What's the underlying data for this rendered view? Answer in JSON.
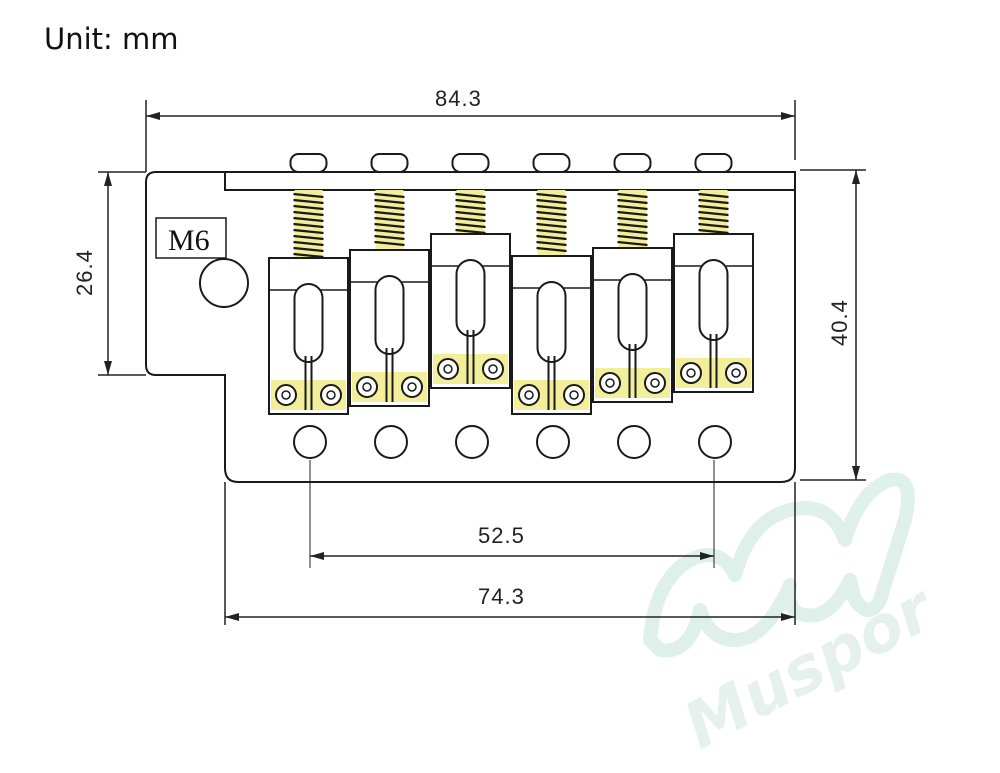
{
  "header": {
    "unit_label": "Unit: mm"
  },
  "dimensions": {
    "overall_width": "84.3",
    "left_height": "26.4",
    "right_height": "40.4",
    "hole_span": "52.5",
    "base_width": "74.3"
  },
  "screw_label": "M6",
  "watermark": {
    "text": "Muspor"
  },
  "colors": {
    "line": "#1a1a1a",
    "brass": "#f2ee9a",
    "watermark": "#dceee8"
  },
  "saddle_count": 6
}
